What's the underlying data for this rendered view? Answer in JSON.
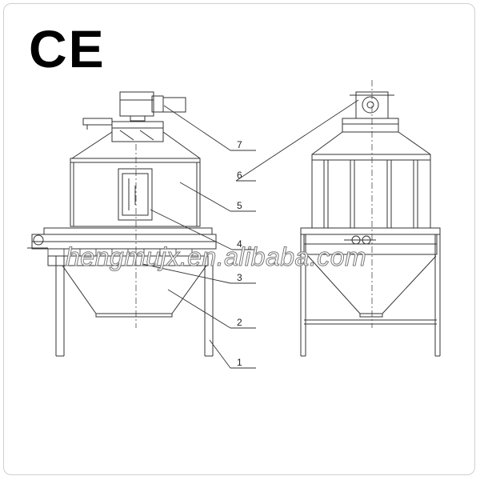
{
  "certification": {
    "label": "CE"
  },
  "callouts": [
    {
      "num": "7"
    },
    {
      "num": "6"
    },
    {
      "num": "5"
    },
    {
      "num": "4"
    },
    {
      "num": "3"
    },
    {
      "num": "2"
    },
    {
      "num": "1"
    }
  ],
  "watermark": {
    "text": "hengmujx.en.alibaba.com"
  },
  "colors": {
    "line": "#333333",
    "frame": "#cfcfcf",
    "background": "#ffffff"
  }
}
